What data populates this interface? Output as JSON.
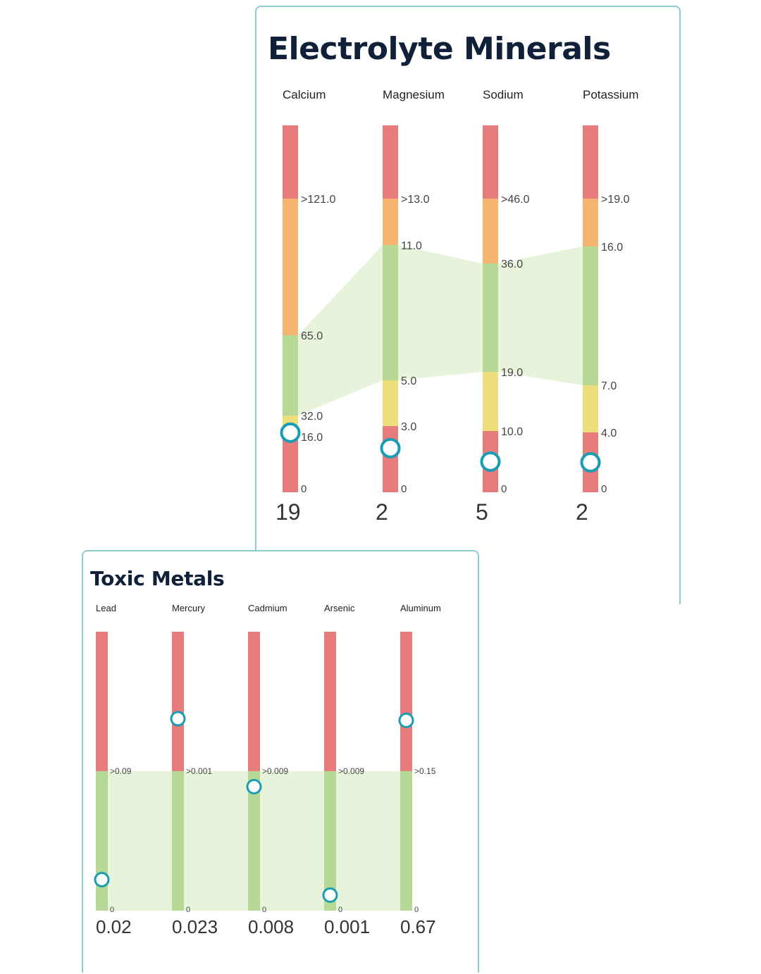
{
  "chart_data": [
    {
      "type": "range-gauge",
      "title": "Electrolyte Minerals",
      "colors": {
        "high": "#e87b7b",
        "elevated": "#f5b56e",
        "normal": "#b6d996",
        "low": "#ede07c",
        "deficient": "#e87b7b",
        "band": "#e8f3dc",
        "marker": "#1a9cb3"
      },
      "minerals": [
        {
          "name": "Calcium",
          "value": 19,
          "value_label": "19",
          "high_label": ">121.0",
          "thresholds": [
            "65.0",
            "32.0",
            "16.0"
          ],
          "zero_label": "0"
        },
        {
          "name": "Magnesium",
          "value": 2,
          "value_label": "2",
          "high_label": ">13.0",
          "thresholds": [
            "11.0",
            "5.0",
            "3.0"
          ],
          "zero_label": "0"
        },
        {
          "name": "Sodium",
          "value": 5,
          "value_label": "5",
          "high_label": ">46.0",
          "thresholds": [
            "36.0",
            "19.0",
            "10.0"
          ],
          "zero_label": "0"
        },
        {
          "name": "Potassium",
          "value": 2,
          "value_label": "2",
          "high_label": ">19.0",
          "thresholds": [
            "16.0",
            "7.0",
            "4.0"
          ],
          "zero_label": "0"
        }
      ]
    },
    {
      "type": "range-gauge",
      "title": "Toxic Metals",
      "colors": {
        "high": "#e87b7b",
        "normal": "#b6d996",
        "band": "#e8f3dc",
        "marker": "#1a9cb3"
      },
      "metals": [
        {
          "name": "Lead",
          "value": 0.02,
          "value_label": "0.02",
          "high_label": ">0.09",
          "zero_label": "0"
        },
        {
          "name": "Mercury",
          "value": 0.023,
          "value_label": "0.023",
          "high_label": ">0.001",
          "zero_label": "0"
        },
        {
          "name": "Cadmium",
          "value": 0.008,
          "value_label": "0.008",
          "high_label": ">0.009",
          "zero_label": "0"
        },
        {
          "name": "Arsenic",
          "value": 0.001,
          "value_label": "0.001",
          "high_label": ">0.009",
          "zero_label": "0"
        },
        {
          "name": "Aluminum",
          "value": 0.67,
          "value_label": "0.67",
          "high_label": ">0.15",
          "zero_label": "0"
        }
      ]
    }
  ]
}
